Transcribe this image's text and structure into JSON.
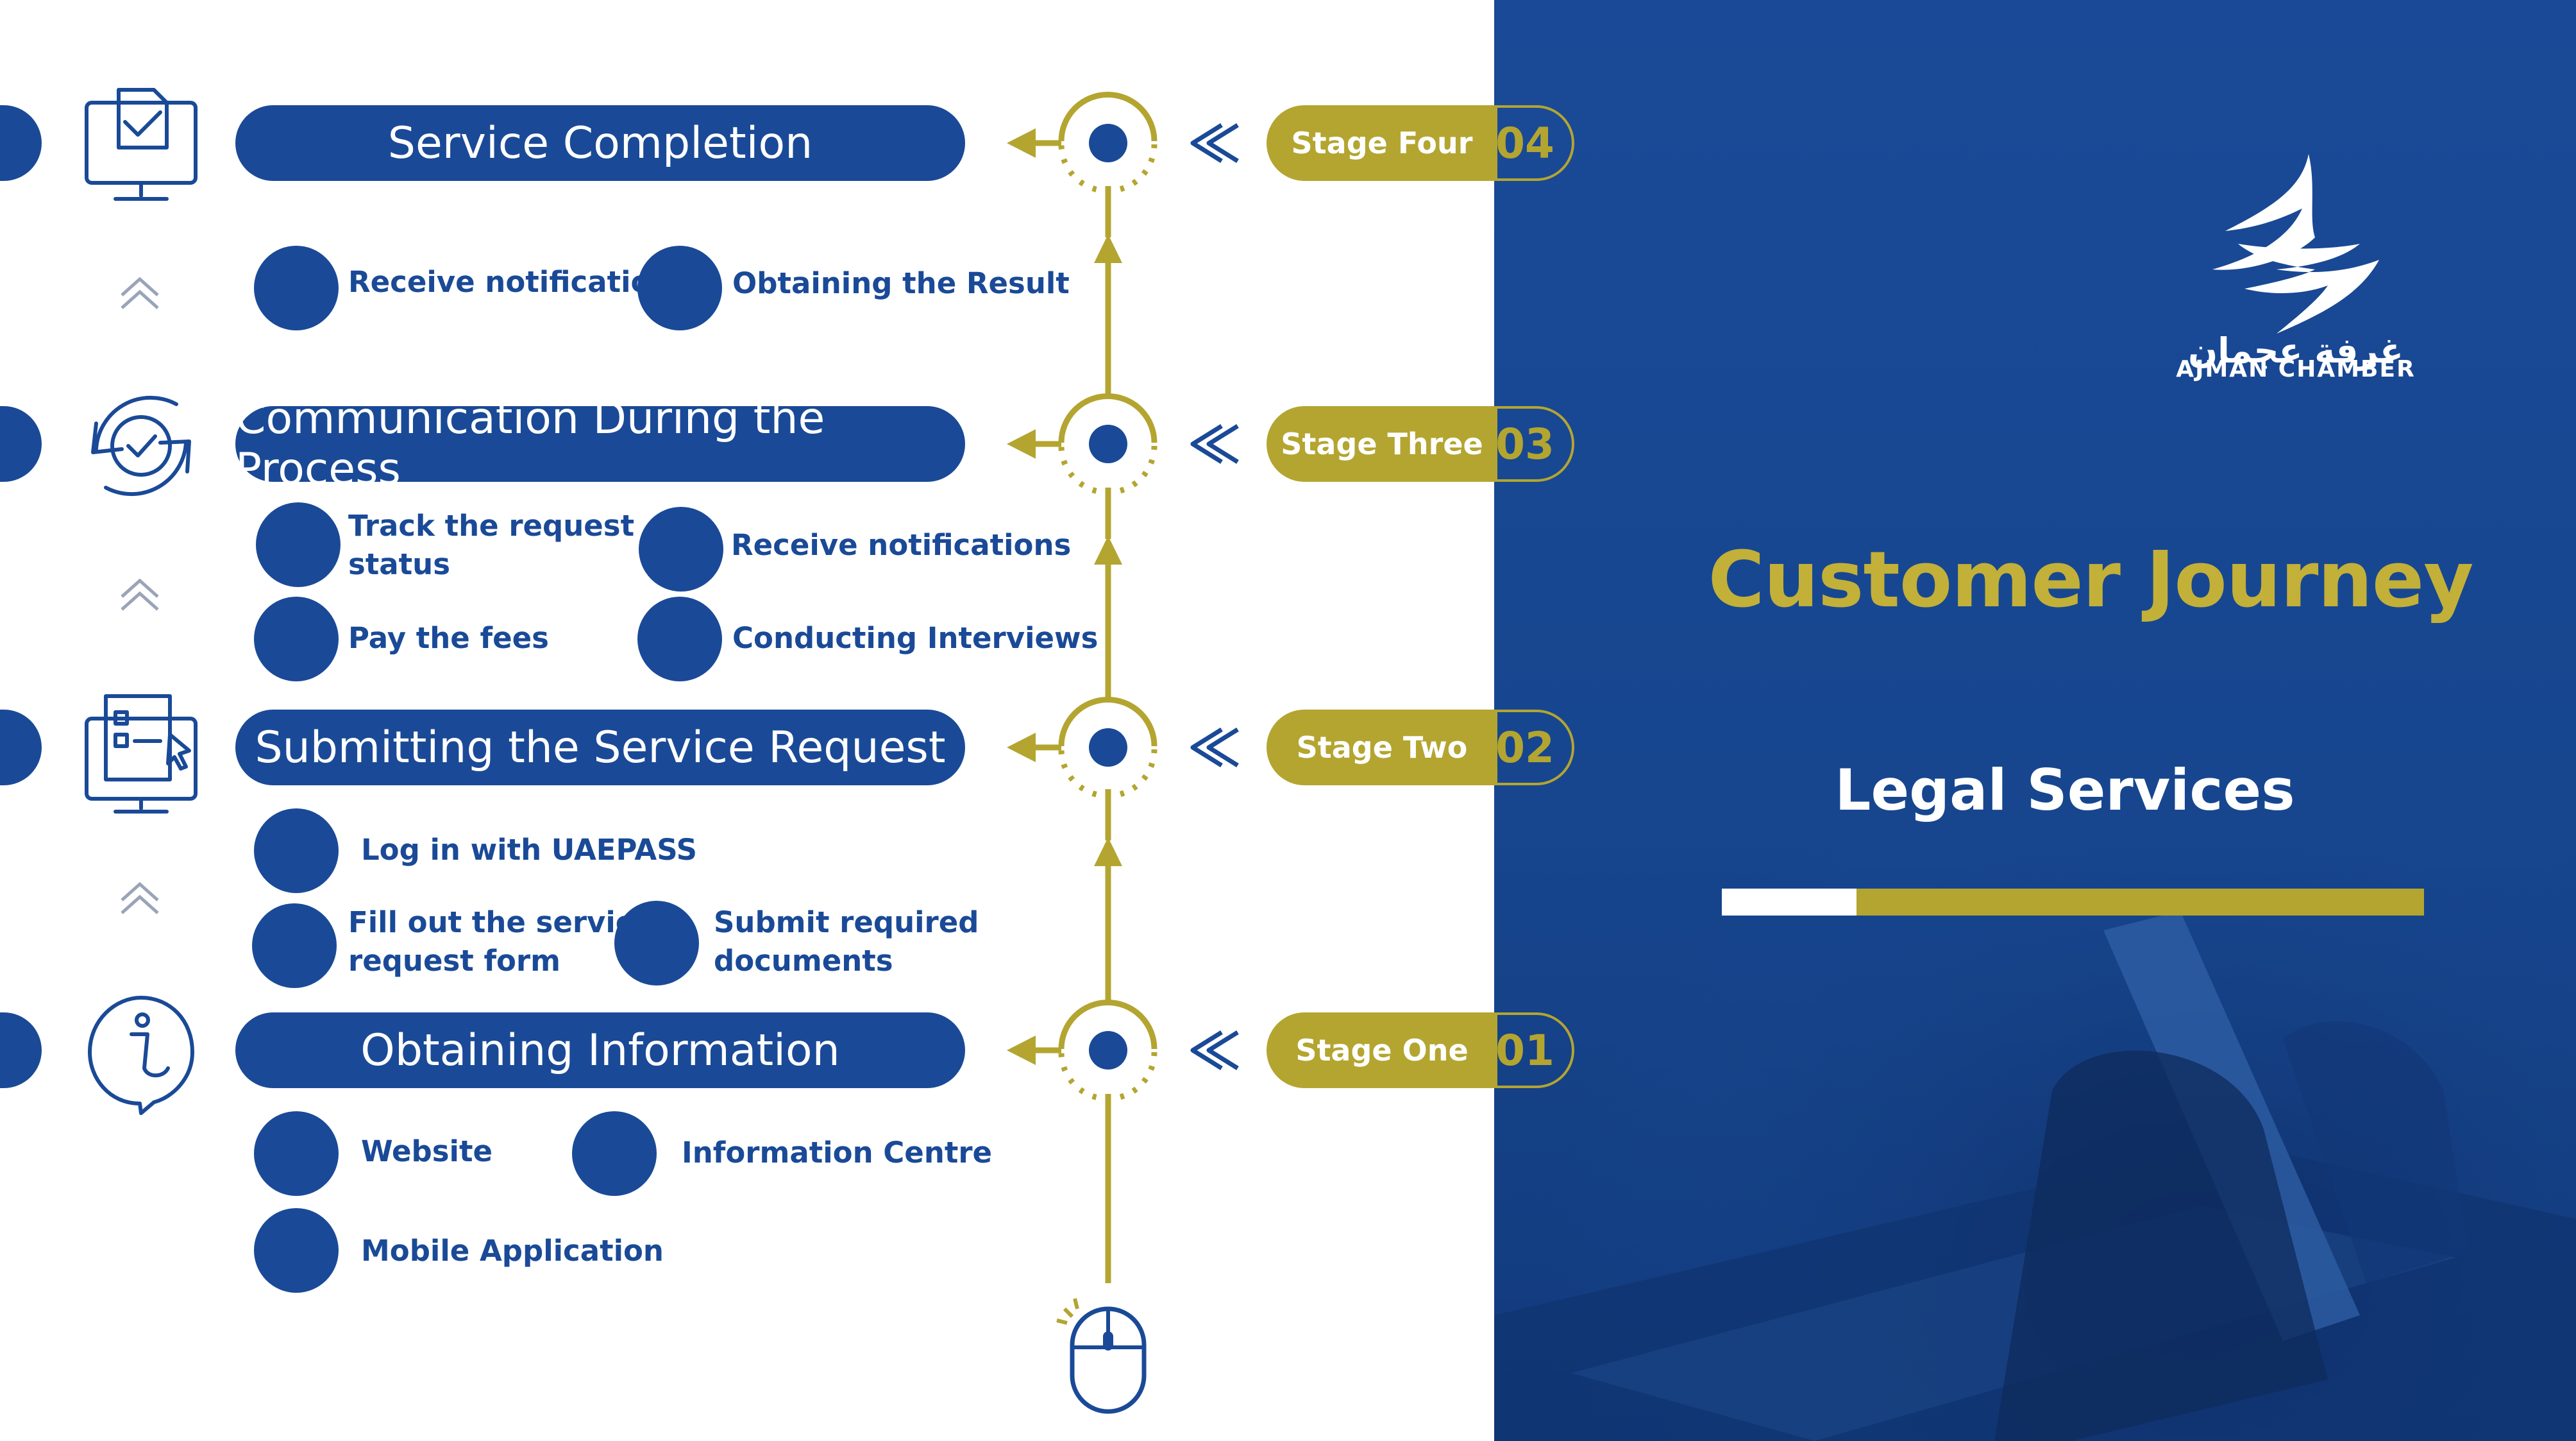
{
  "brand": {
    "arabic_name": "غرفة عجمان",
    "english_name": "AJMAN CHAMBER"
  },
  "title": "Customer Journey",
  "subtitle": "Legal Services",
  "colors": {
    "blue": "#1a4a97",
    "gold": "#b3a530"
  },
  "stages": [
    {
      "label": "Stage Four",
      "number": "04",
      "title": "Service Completion",
      "icon": "monitor-check-icon",
      "items": [
        {
          "icon": "phone-notification-icon",
          "text": "Receive notification"
        },
        {
          "icon": "target-icon",
          "text": "Obtaining the Result"
        }
      ]
    },
    {
      "label": "Stage Three",
      "number": "03",
      "title": "Communication During the Process",
      "icon": "cycle-check-icon",
      "items": [
        {
          "icon": "location-pin-icon",
          "text_line1": "Track the request",
          "text_line2": "status"
        },
        {
          "icon": "phone-notification-icon",
          "text": "Receive notifications"
        },
        {
          "icon": "money-icon",
          "text": "Pay the fees"
        },
        {
          "icon": "interview-icon",
          "text": "Conducting Interviews"
        }
      ]
    },
    {
      "label": "Stage Two",
      "number": "02",
      "title": "Submitting the Service Request",
      "icon": "monitor-form-icon",
      "items": [
        {
          "icon": "fingerprint-icon",
          "text": "Log in with UAEPASS"
        },
        {
          "icon": "form-icon",
          "text_line1": "Fill out the service",
          "text_line2": "request form"
        },
        {
          "icon": "upload-document-icon",
          "text_line1": "Submit required",
          "text_line2": "documents"
        }
      ]
    },
    {
      "label": "Stage One",
      "number": "01",
      "title": "Obtaining Information",
      "icon": "info-person-icon",
      "items": [
        {
          "icon": "laptop-icon",
          "text": "Website"
        },
        {
          "icon": "building-icon",
          "text": "Information Centre"
        },
        {
          "icon": "mobile-icon",
          "text": "Mobile Application"
        }
      ]
    }
  ]
}
